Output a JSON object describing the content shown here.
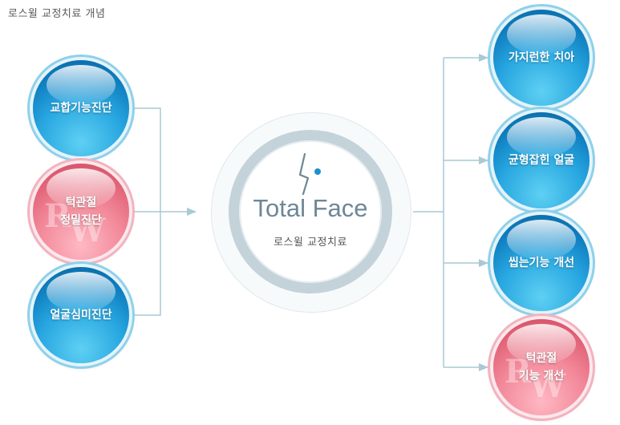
{
  "page_title": "로스윌 교정치료 개념",
  "left_items": [
    {
      "lines": [
        "교합기능진단"
      ],
      "color": "blue",
      "watermark": ""
    },
    {
      "lines": [
        "턱관절",
        "정밀진단"
      ],
      "color": "pink",
      "watermark": "RW"
    },
    {
      "lines": [
        "얼굴심미진단"
      ],
      "color": "blue",
      "watermark": ""
    }
  ],
  "center": {
    "title": "Total Face",
    "subtitle": "로스윌 교정치료"
  },
  "right_items": [
    {
      "lines": [
        "가지런한 치아"
      ],
      "color": "blue",
      "watermark": ""
    },
    {
      "lines": [
        "균형잡힌 얼굴"
      ],
      "color": "blue",
      "watermark": ""
    },
    {
      "lines": [
        "씹는기능 개선"
      ],
      "color": "blue",
      "watermark": ""
    },
    {
      "lines": [
        "턱관절",
        "기능 개선"
      ],
      "color": "pink",
      "watermark": "RW"
    }
  ],
  "colors": {
    "connector": "#a9c9d6",
    "blue": "#1f97d6",
    "pink": "#ee8092"
  }
}
